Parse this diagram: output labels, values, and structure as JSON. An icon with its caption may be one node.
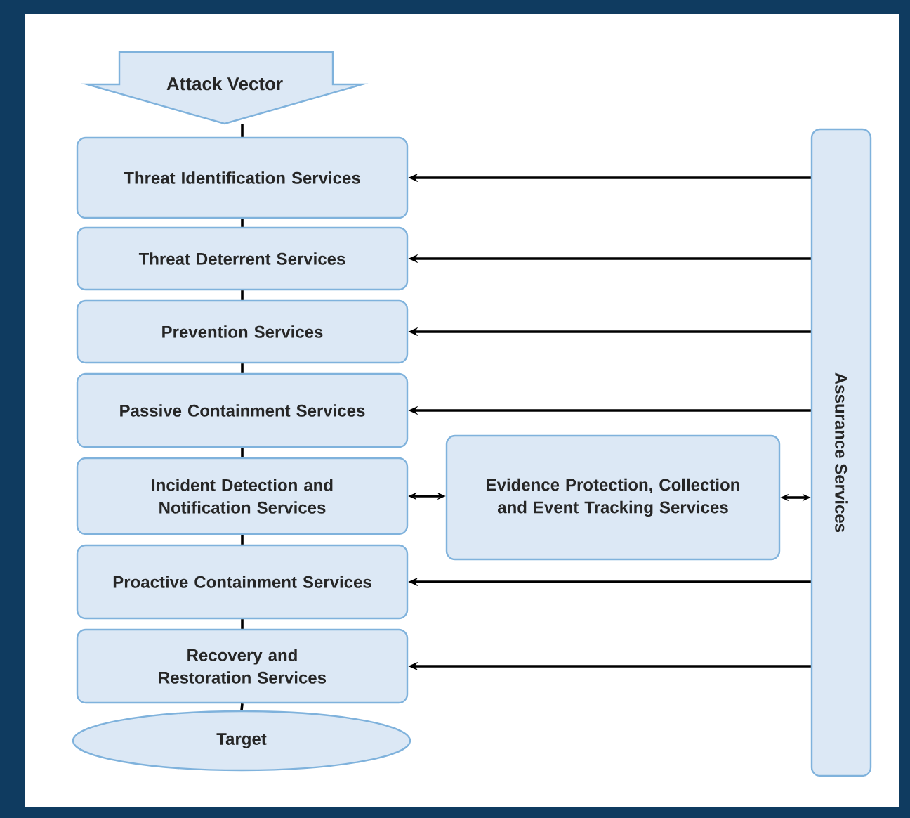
{
  "diagram": {
    "nodes": [
      {
        "text": [
          "Attack Vector"
        ]
      },
      {
        "text": [
          "Threat Identification Services"
        ]
      },
      {
        "text": [
          "Threat Deterrent Services"
        ]
      },
      {
        "text": [
          "Prevention Services"
        ]
      },
      {
        "text": [
          "Passive Containment Services"
        ]
      },
      {
        "text": [
          "Incident Detection and Notification Services"
        ]
      },
      {
        "text": [
          "Evidence Protection, Collection and Event Tracking Services"
        ]
      },
      {
        "text": [
          "Proactive Containment Services"
        ]
      },
      {
        "text": [
          "Recovery and Restoration Services"
        ]
      },
      {
        "text": [
          "Target"
        ]
      },
      {
        "text": [
          "Assurance Services"
        ]
      }
    ],
    "edges": [
      {
        "from": 0,
        "to": 1,
        "arrow": "none"
      },
      {
        "from": 1,
        "to": 2,
        "arrow": "none"
      },
      {
        "from": 2,
        "to": 3,
        "arrow": "none"
      },
      {
        "from": 3,
        "to": 4,
        "arrow": "none"
      },
      {
        "from": 4,
        "to": 5,
        "arrow": "none"
      },
      {
        "from": 5,
        "to": 7,
        "arrow": "none"
      },
      {
        "from": 7,
        "to": 8,
        "arrow": "none"
      },
      {
        "from": 8,
        "to": 9,
        "arrow": "none"
      },
      {
        "from": 10,
        "to": 1,
        "arrow": "to"
      },
      {
        "from": 10,
        "to": 2,
        "arrow": "to"
      },
      {
        "from": 10,
        "to": 3,
        "arrow": "to"
      },
      {
        "from": 10,
        "to": 4,
        "arrow": "to"
      },
      {
        "from": 5,
        "to": 6,
        "arrow": "both"
      },
      {
        "from": 6,
        "to": 10,
        "arrow": "both"
      },
      {
        "from": 10,
        "to": 7,
        "arrow": "to"
      },
      {
        "from": 10,
        "to": 8,
        "arrow": "to"
      }
    ]
  }
}
